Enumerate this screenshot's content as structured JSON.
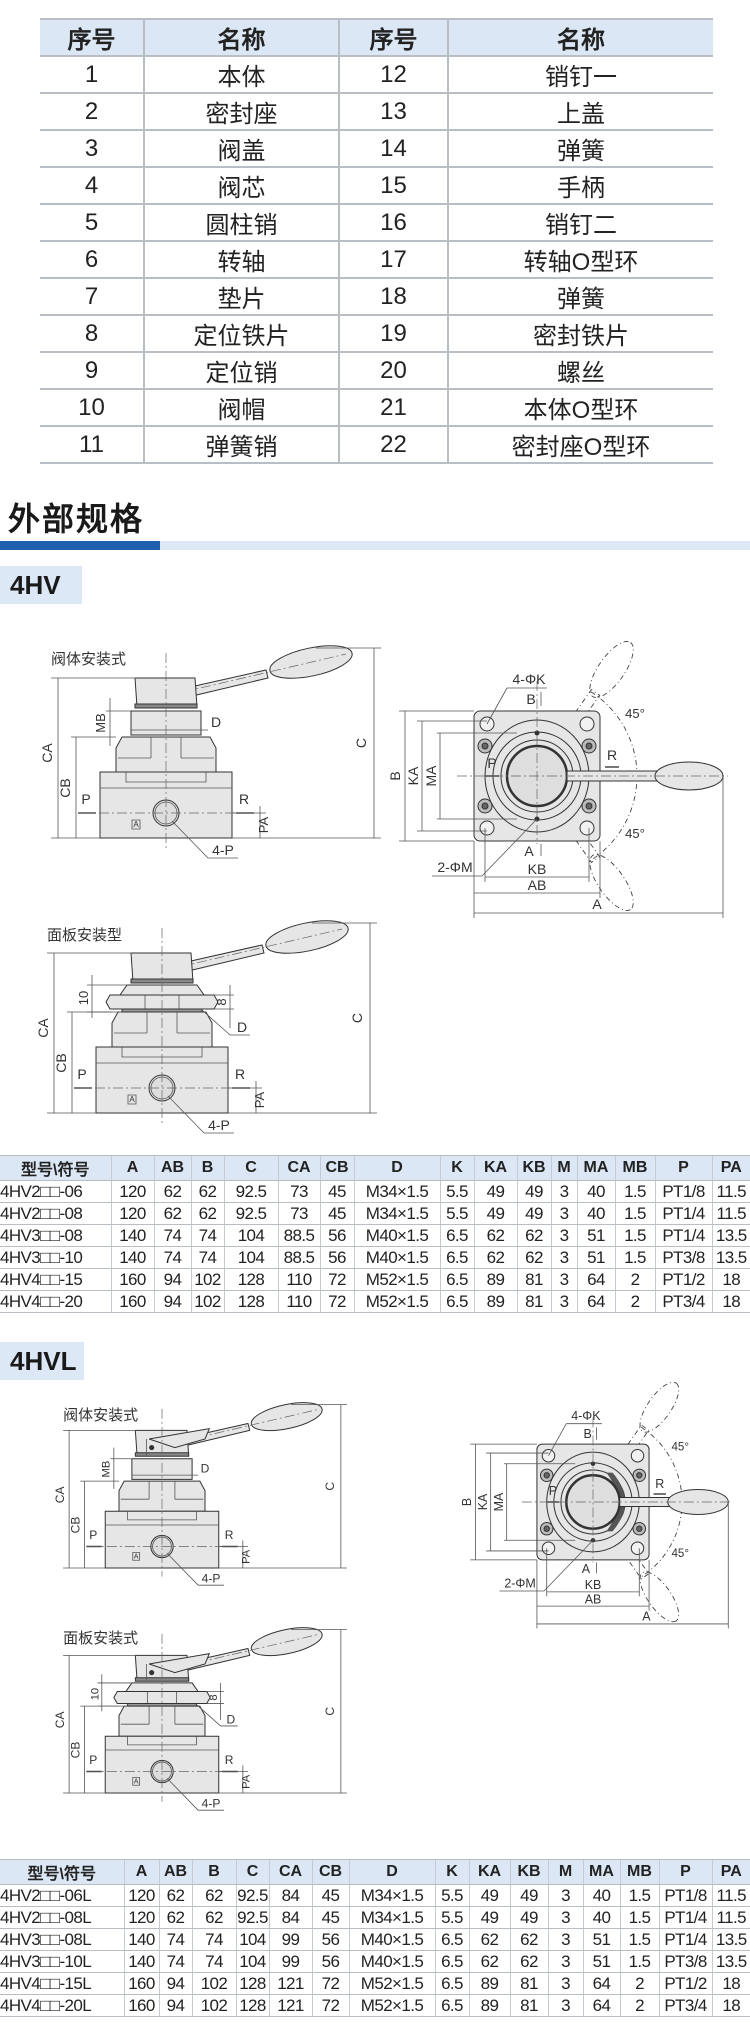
{
  "parts_table": {
    "headers": [
      "序号",
      "名称",
      "序号",
      "名称"
    ],
    "rows": [
      [
        "1",
        "本体",
        "12",
        "销钉一"
      ],
      [
        "2",
        "密封座",
        "13",
        "上盖"
      ],
      [
        "3",
        "阀盖",
        "14",
        "弹簧"
      ],
      [
        "4",
        "阀芯",
        "15",
        "手柄"
      ],
      [
        "5",
        "圆柱销",
        "16",
        "销钉二"
      ],
      [
        "6",
        "转轴",
        "17",
        "转轴O型环"
      ],
      [
        "7",
        "垫片",
        "18",
        "弹簧"
      ],
      [
        "8",
        "定位铁片",
        "19",
        "密封铁片"
      ],
      [
        "9",
        "定位销",
        "20",
        "螺丝"
      ],
      [
        "10",
        "阀帽",
        "21",
        "本体O型环"
      ],
      [
        "11",
        "弹簧销",
        "22",
        "密封座O型环"
      ]
    ]
  },
  "section_title": "外部规格",
  "models": [
    {
      "badge": "4HV",
      "body_mount_label": "阀体安装式",
      "panel_mount_label": "面板安装型",
      "table": {
        "headers": [
          "型号\\符号",
          "A",
          "AB",
          "B",
          "C",
          "CA",
          "CB",
          "D",
          "K",
          "KA",
          "KB",
          "M",
          "MA",
          "MB",
          "P",
          "PA"
        ],
        "rows": [
          [
            "4HV2□□-06",
            "120",
            "62",
            "62",
            "92.5",
            "73",
            "45",
            "M34×1.5",
            "5.5",
            "49",
            "49",
            "3",
            "40",
            "1.5",
            "PT1/8",
            "11.5"
          ],
          [
            "4HV2□□-08",
            "120",
            "62",
            "62",
            "92.5",
            "73",
            "45",
            "M34×1.5",
            "5.5",
            "49",
            "49",
            "3",
            "40",
            "1.5",
            "PT1/4",
            "11.5"
          ],
          [
            "4HV3□□-08",
            "140",
            "74",
            "74",
            "104",
            "88.5",
            "56",
            "M40×1.5",
            "6.5",
            "62",
            "62",
            "3",
            "51",
            "1.5",
            "PT1/4",
            "13.5"
          ],
          [
            "4HV3□□-10",
            "140",
            "74",
            "74",
            "104",
            "88.5",
            "56",
            "M40×1.5",
            "6.5",
            "62",
            "62",
            "3",
            "51",
            "1.5",
            "PT3/8",
            "13.5"
          ],
          [
            "4HV4□□-15",
            "160",
            "94",
            "102",
            "128",
            "110",
            "72",
            "M52×1.5",
            "6.5",
            "89",
            "81",
            "3",
            "64",
            "2",
            "PT1/2",
            "18"
          ],
          [
            "4HV4□□-20",
            "160",
            "94",
            "102",
            "128",
            "110",
            "72",
            "M52×1.5",
            "6.5",
            "89",
            "81",
            "3",
            "64",
            "2",
            "PT3/4",
            "18"
          ]
        ]
      }
    },
    {
      "badge": "4HVL",
      "body_mount_label": "阀体安装式",
      "panel_mount_label": "面板安装式",
      "table": {
        "headers": [
          "型号\\符号",
          "A",
          "AB",
          "B",
          "C",
          "CA",
          "CB",
          "D",
          "K",
          "KA",
          "KB",
          "M",
          "MA",
          "MB",
          "P",
          "PA"
        ],
        "rows": [
          [
            "4HV2□□-06L",
            "120",
            "62",
            "62",
            "92.5",
            "84",
            "45",
            "M34×1.5",
            "5.5",
            "49",
            "49",
            "3",
            "40",
            "1.5",
            "PT1/8",
            "11.5"
          ],
          [
            "4HV2□□-08L",
            "120",
            "62",
            "62",
            "92.5",
            "84",
            "45",
            "M34×1.5",
            "5.5",
            "49",
            "49",
            "3",
            "40",
            "1.5",
            "PT1/4",
            "11.5"
          ],
          [
            "4HV3□□-08L",
            "140",
            "74",
            "74",
            "104",
            "99",
            "56",
            "M40×1.5",
            "6.5",
            "62",
            "62",
            "3",
            "51",
            "1.5",
            "PT1/4",
            "13.5"
          ],
          [
            "4HV3□□-10L",
            "140",
            "74",
            "74",
            "104",
            "99",
            "56",
            "M40×1.5",
            "6.5",
            "62",
            "62",
            "3",
            "51",
            "1.5",
            "PT3/8",
            "13.5"
          ],
          [
            "4HV4□□-15L",
            "160",
            "94",
            "102",
            "128",
            "121",
            "72",
            "M52×1.5",
            "6.5",
            "89",
            "81",
            "3",
            "64",
            "2",
            "PT1/2",
            "18"
          ],
          [
            "4HV4□□-20L",
            "160",
            "94",
            "102",
            "128",
            "121",
            "72",
            "M52×1.5",
            "6.5",
            "89",
            "81",
            "3",
            "64",
            "2",
            "PT3/4",
            "18"
          ]
        ]
      }
    }
  ],
  "drawing_labels": {
    "CA": "CA",
    "CB": "CB",
    "C": "C",
    "MB": "MB",
    "D": "D",
    "P": "P",
    "R": "R",
    "PA": "PA",
    "port": "4-P",
    "K": "4-ΦK",
    "M": "2-ΦM",
    "A": "A",
    "AB": "AB",
    "KB": "KB",
    "B": "B",
    "KA": "KA",
    "MA": "MA",
    "angle": "45°",
    "nut": "8",
    "panel_height": "10",
    "marker": "A"
  },
  "colors": {
    "header_bg": "#dbe7f5",
    "accent_bar": "#1f5fae",
    "light_bar": "#dce8f5",
    "part_fill": "#e6e6e6"
  }
}
